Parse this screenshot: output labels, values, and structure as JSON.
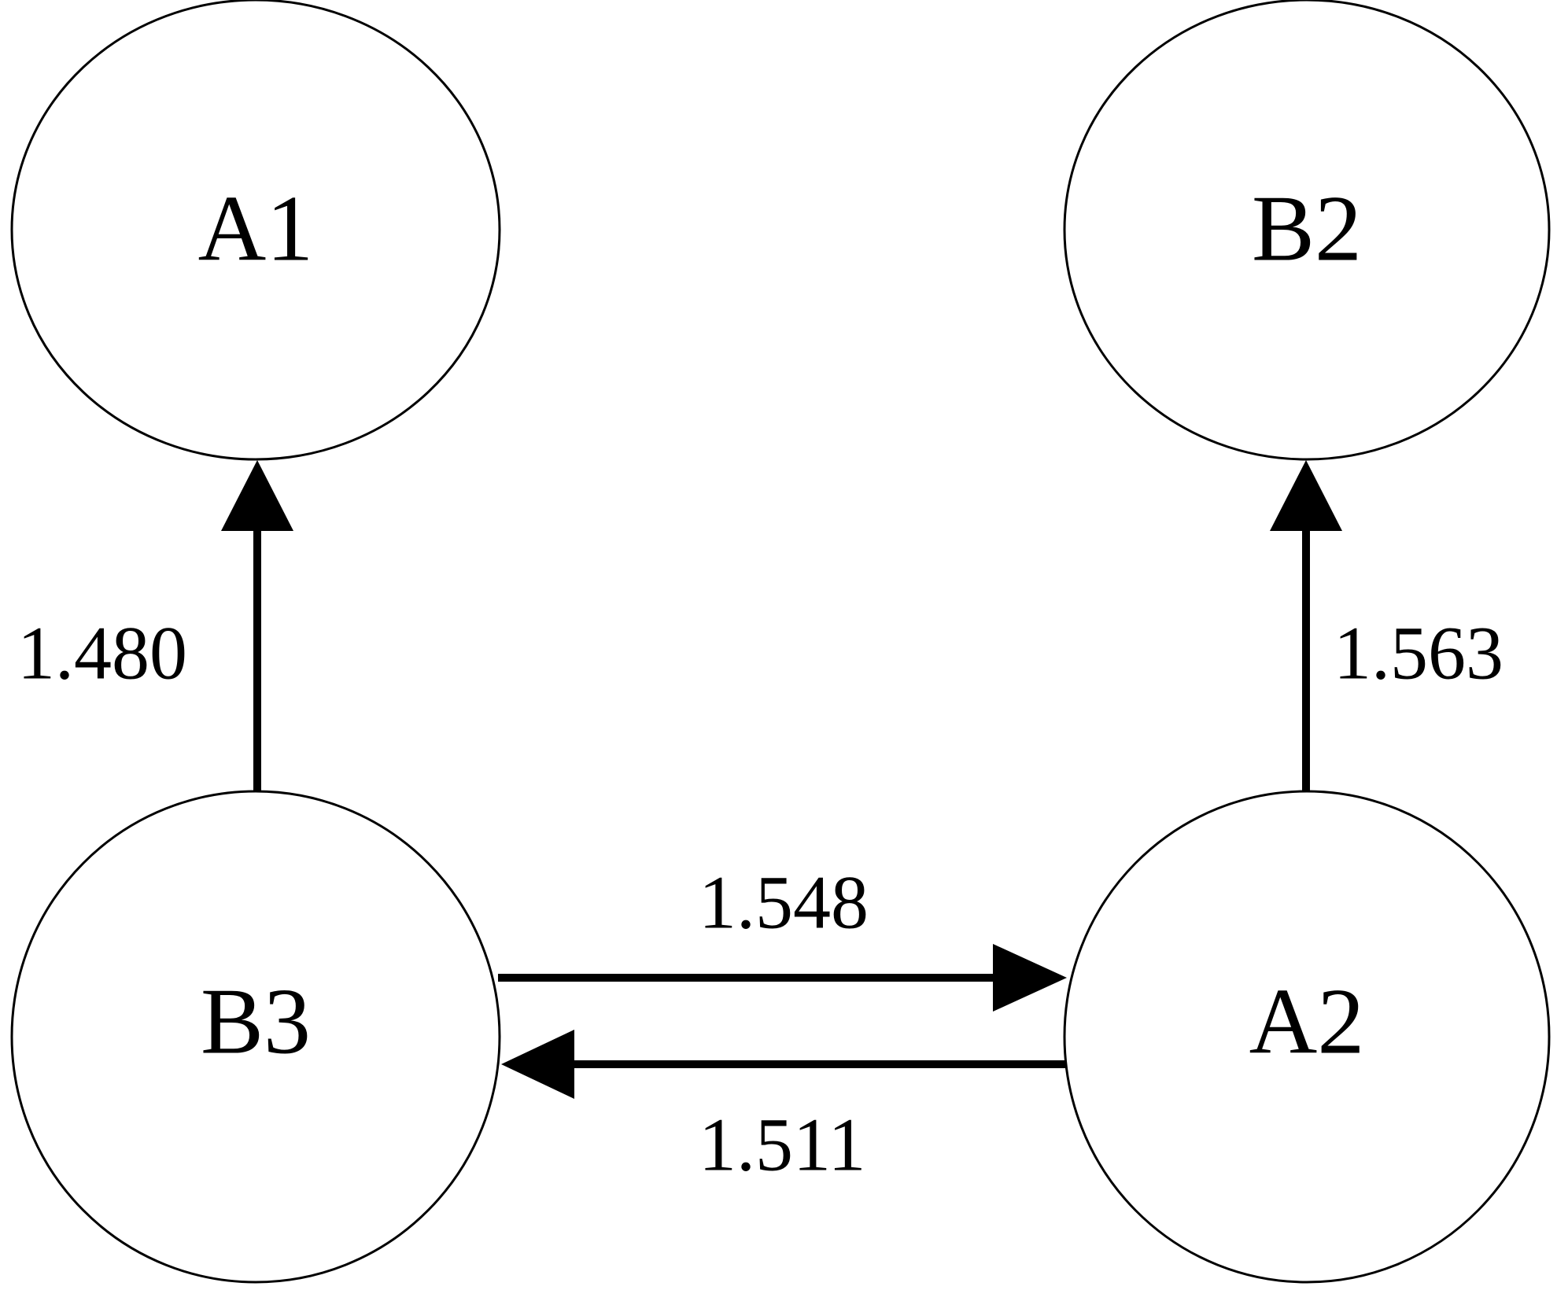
{
  "nodes": {
    "A1": {
      "label": "A1"
    },
    "B2": {
      "label": "B2"
    },
    "B3": {
      "label": "B3"
    },
    "A2": {
      "label": "A2"
    }
  },
  "edges": {
    "B3_A1": {
      "from": "B3",
      "to": "A1",
      "label": "1.480"
    },
    "A2_B2": {
      "from": "A2",
      "to": "B2",
      "label": "1.563"
    },
    "B3_A2": {
      "from": "B3",
      "to": "A2",
      "label": "1.548"
    },
    "A2_B3": {
      "from": "A2",
      "to": "B3",
      "label": "1.511"
    }
  }
}
